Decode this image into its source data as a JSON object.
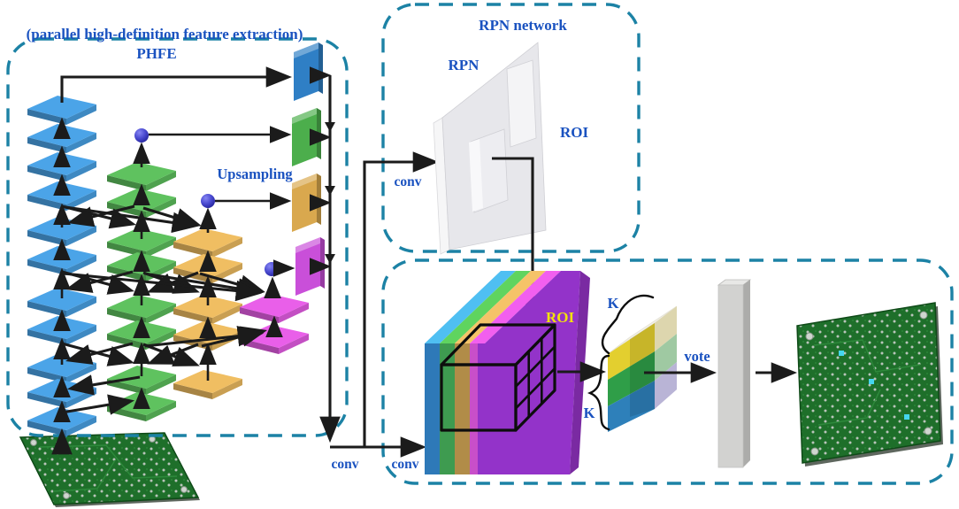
{
  "labels": {
    "subtitle": "(parallel high-definition feature extraction)",
    "phfe": "PHFE",
    "upsampling": "Upsampling",
    "rpn_network": "RPN network",
    "rpn": "RPN",
    "roi_rpn": "ROI",
    "conv_rpn": "conv",
    "conv_feature": "conv",
    "conv_score": "conv",
    "roi_pool": "ROI",
    "k_top": "K",
    "k_side": "K",
    "vote": "vote"
  },
  "palette": {
    "border-teal": "#1C82A5",
    "label-blue": "#1A52C0",
    "roi-yellow": "#F2E20A",
    "wire": "#1b1b1b",
    "slab-blue": "#4BA4E8",
    "slab-green": "#5FC25F",
    "slab-orange": "#F0BE62",
    "slab-magenta": "#E95FE9",
    "plate-blue": "#2F7FC5",
    "plate-green": "#4CAE4C",
    "plate-gold": "#D9A84E",
    "plate-magenta": "#C94FD9",
    "strip-blue": "#2E79B8",
    "strip-green": "#3E9B50",
    "strip-gold": "#B18C48",
    "strip-pink": "#C94FC9",
    "stack-purple": "#9333C9",
    "stack-purple-dark": "#7A2AA2",
    "band-blue": "#4FBFF2",
    "band-green": "#5FD45F",
    "band-gold": "#F5C368",
    "band-pink": "#F25FEF",
    "block-yellow": "#E3CF2F",
    "block-green": "#2F9E48",
    "block-blue": "#2E80BA",
    "block-beige": "#DDD6AE",
    "block-lgreen": "#9FC9A2",
    "block-lavender": "#B9B4D6",
    "block-top": "#F4F2EA",
    "col-gray": "#D2D2D0",
    "col-gray-dark": "#ACACAA",
    "col-gray-top": "#E8E8E6",
    "pcb-green": "#1E6F2A",
    "pcb-pad": "#BFC9BF",
    "pcb-edge": "#5E675E",
    "defect-cyan": "#45D6EE",
    "rpn-slab": "#E7E7EB"
  }
}
